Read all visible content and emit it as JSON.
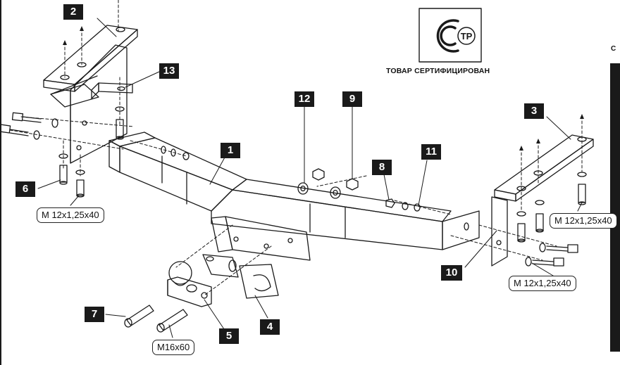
{
  "certificate": {
    "text": "ТОВАР СЕРТИФИЦИРОВАН",
    "logo_letters": "СТР"
  },
  "side_label": "С",
  "part_labels": [
    {
      "id": "p1",
      "num": "1"
    },
    {
      "id": "p2",
      "num": "2"
    },
    {
      "id": "p3",
      "num": "3"
    },
    {
      "id": "p4",
      "num": "4"
    },
    {
      "id": "p5",
      "num": "5"
    },
    {
      "id": "p6",
      "num": "6"
    },
    {
      "id": "p7",
      "num": "7"
    },
    {
      "id": "p8",
      "num": "8"
    },
    {
      "id": "p9",
      "num": "9"
    },
    {
      "id": "p10",
      "num": "10"
    },
    {
      "id": "p11",
      "num": "11"
    },
    {
      "id": "p12",
      "num": "12"
    },
    {
      "id": "p13",
      "num": "13"
    }
  ],
  "dimension_labels": [
    {
      "id": "d1",
      "text": "М 12x1,25x40"
    },
    {
      "id": "d2",
      "text": "М 12x1,25x40"
    },
    {
      "id": "d3",
      "text": "М 12x1,25x40"
    },
    {
      "id": "d4",
      "text": "M16x60"
    }
  ],
  "colors": {
    "ink": "#1a1a1a",
    "paper": "#ffffff"
  }
}
